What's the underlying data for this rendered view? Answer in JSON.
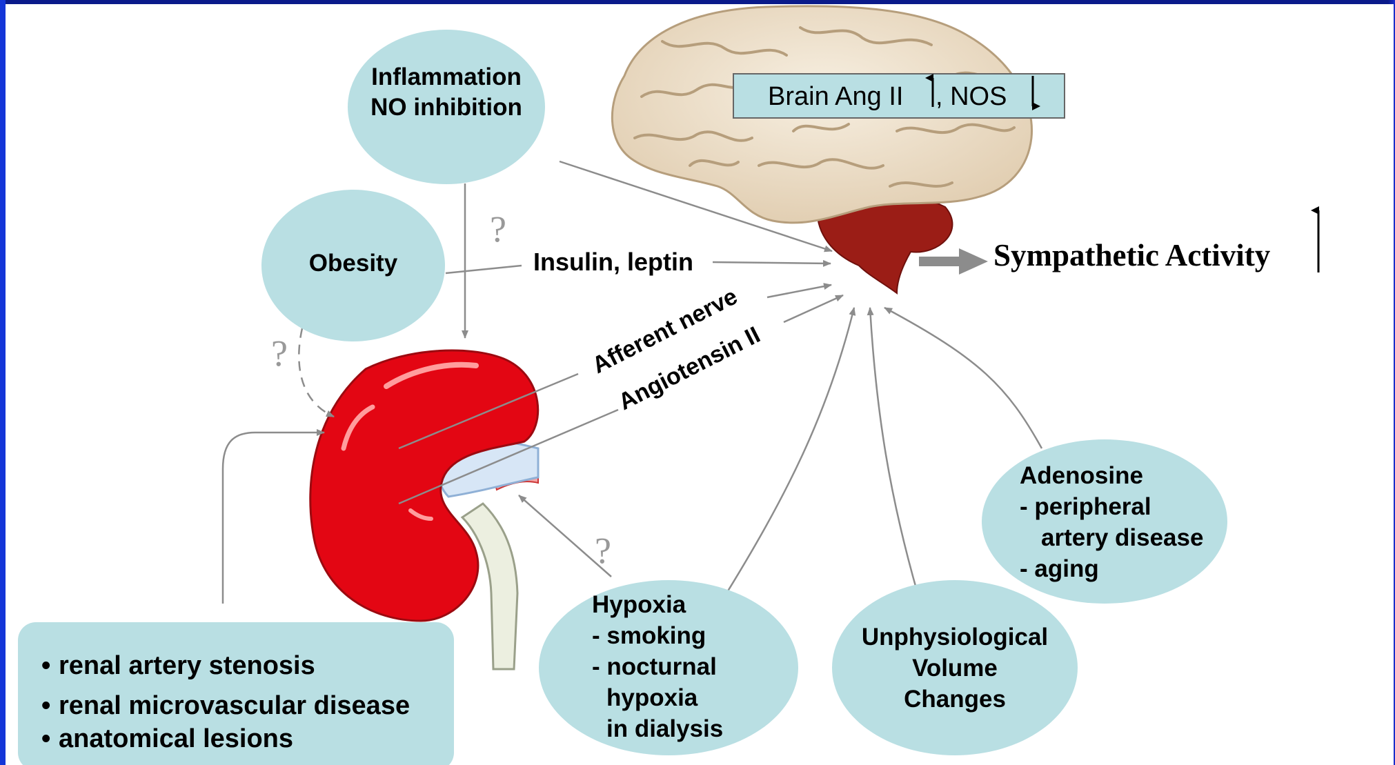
{
  "brain_box": {
    "label_main": "Brain Ang II",
    "label_sep": ", NOS"
  },
  "sympathetic": {
    "label": "Sympathetic Activity"
  },
  "bubbles": {
    "inflammation": [
      "Inflammation",
      "NO inhibition"
    ],
    "obesity": [
      "Obesity"
    ],
    "hypoxia": [
      "Hypoxia",
      "- smoking",
      "- nocturnal",
      "hypoxia",
      "in dialysis"
    ],
    "volume": [
      "Unphysiological",
      "Volume",
      "Changes"
    ],
    "adenosine": [
      "Adenosine",
      "- peripheral",
      "artery disease",
      "- aging"
    ]
  },
  "pathway_labels": {
    "insulin": "Insulin, leptin",
    "afferent": "Afferent nerve",
    "angiotensin": "Angiotensin II"
  },
  "question_mark": "?",
  "renal_box": {
    "items": [
      "renal artery stenosis",
      "renal microvascular disease",
      "anatomical lesions"
    ]
  },
  "colors": {
    "bubble": "#b9dfe3",
    "arrow": "#8c8c8c",
    "kidney": "#e30613",
    "cerebellum": "#9b1d16",
    "frame": "#0a1a8a"
  }
}
